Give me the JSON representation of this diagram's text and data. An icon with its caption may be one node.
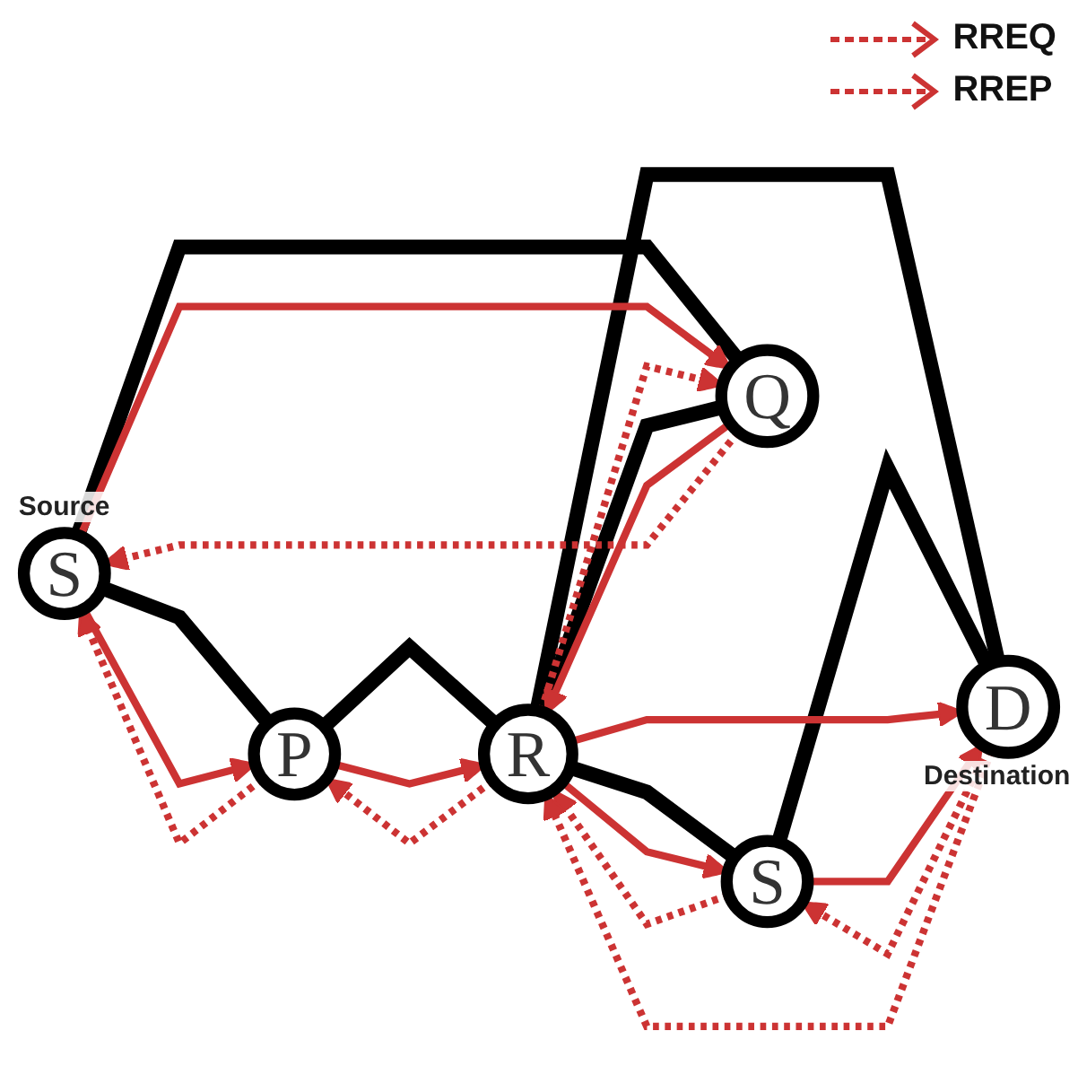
{
  "diagram": {
    "nodes": [
      {
        "text": [
          "S"
        ],
        "beside": [
          "Source"
        ]
      },
      {
        "text": [
          "P"
        ]
      },
      {
        "text": [
          "S"
        ]
      },
      {
        "text": [
          "R"
        ]
      },
      {
        "text": [
          "Q"
        ]
      },
      {
        "text": [
          "D"
        ],
        "beside": [
          "Destination"
        ]
      }
    ],
    "edges": [
      {
        "from": 0,
        "to": 1,
        "arrow": "none",
        "style": "thick",
        "color": "#000000"
      },
      {
        "from": 0,
        "to": 4,
        "arrow": "none",
        "style": "thick",
        "color": "#000000"
      },
      {
        "from": 1,
        "to": 3,
        "arrow": "none",
        "style": "thick",
        "color": "#000000"
      },
      {
        "from": 4,
        "to": 3,
        "arrow": "none",
        "style": "thick",
        "color": "#000000"
      },
      {
        "from": 3,
        "to": 2,
        "arrow": "none",
        "style": "thick",
        "color": "#000000"
      },
      {
        "from": 3,
        "to": 5,
        "arrow": "none",
        "style": "thick",
        "color": "#000000"
      },
      {
        "from": 2,
        "to": 5,
        "arrow": "none",
        "style": "thick",
        "color": "#000000"
      },
      {
        "from": 0,
        "to": 1,
        "arrow": "to"
      },
      {
        "from": 0,
        "to": 4,
        "arrow": "to"
      },
      {
        "from": 1,
        "to": 3,
        "arrow": "to"
      },
      {
        "from": 4,
        "to": 3,
        "arrow": "to"
      },
      {
        "from": 3,
        "to": 2,
        "arrow": "to"
      },
      {
        "from": 3,
        "to": 5,
        "arrow": "to"
      },
      {
        "from": 2,
        "to": 5,
        "arrow": "to"
      },
      {
        "from": 1,
        "to": 0,
        "arrow": "to",
        "style": "dashed"
      },
      {
        "from": 4,
        "to": 0,
        "arrow": "to",
        "style": "dashed"
      },
      {
        "from": 3,
        "to": 1,
        "arrow": "to",
        "style": "dashed"
      },
      {
        "from": 3,
        "to": 4,
        "arrow": "to",
        "style": "dashed"
      },
      {
        "from": 2,
        "to": 3,
        "arrow": "to",
        "style": "dashed"
      },
      {
        "from": 5,
        "to": 2,
        "arrow": "to",
        "style": "dashed"
      },
      {
        "from": 5,
        "to": 3,
        "arrow": "to",
        "style": "dashed"
      }
    ],
    "legend": [
      {
        "text": "RREQ"
      },
      {
        "text": "RREP"
      }
    ]
  }
}
